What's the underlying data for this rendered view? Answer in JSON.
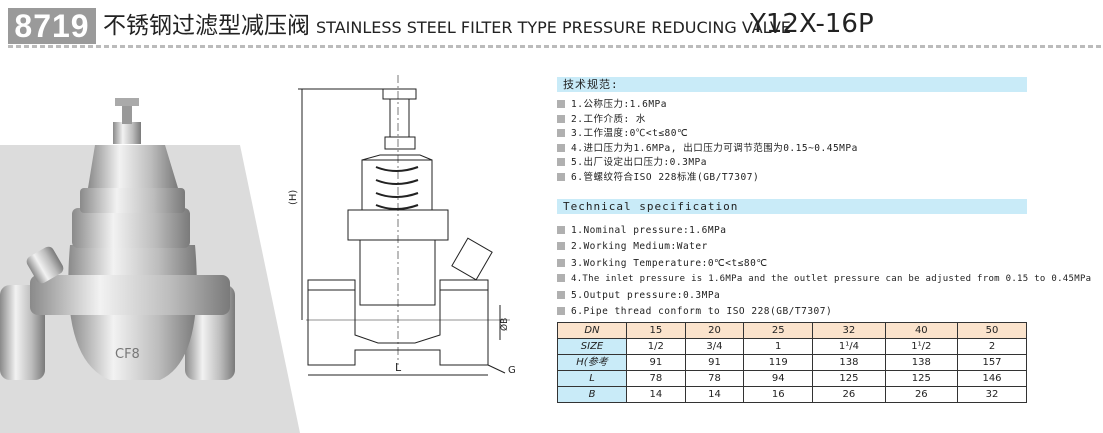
{
  "header": {
    "model_number": "8719",
    "title_cn": "不锈钢过滤型减压阀",
    "title_en": "STAINLESS STEEL FILTER TYPE PRESSURE REDUCING VALVE",
    "model_code": "Y12X-16P"
  },
  "photo": {
    "marking_cast": "CF8"
  },
  "drawing": {
    "label_h": "(H)",
    "label_l": "L",
    "label_b": "ØB",
    "label_g": "G"
  },
  "spec_cn": {
    "title": "技术规范:",
    "items": [
      "1.公称压力:1.6MPa",
      "2.工作介质: 水",
      "3.工作温度:0℃<t≤80℃",
      "4.进口压力为1.6MPa, 出口压力可调节范围为0.15~0.45MPa",
      "5.出厂设定出口压力:0.3MPa",
      "6.管螺纹符合ISO 228标准(GB/T7307)"
    ]
  },
  "spec_en": {
    "title": "Technical specification",
    "items": [
      "1.Nominal pressure:1.6MPa",
      "2.Working Medium:Water",
      "3.Working Temperature:0℃<t≤80℃",
      "4.The inlet pressure is 1.6MPa and the outlet pressure can be adjusted from 0.15 to 0.45MPa",
      "5.Output pressure:0.3MPa",
      "6.Pipe thread conform to ISO 228(GB/T7307)"
    ]
  },
  "table": {
    "rows": [
      {
        "label": "DN",
        "values": [
          "15",
          "20",
          "25",
          "32",
          "40",
          "50"
        ]
      },
      {
        "label": "SIZE",
        "values": [
          "1/2",
          "3/4",
          "1",
          "1¹/4",
          "1¹/2",
          "2"
        ]
      },
      {
        "label": "H(参考",
        "values": [
          "91",
          "91",
          "119",
          "138",
          "138",
          "157"
        ]
      },
      {
        "label": "L",
        "values": [
          "78",
          "78",
          "94",
          "125",
          "125",
          "146"
        ]
      },
      {
        "label": "B",
        "values": [
          "14",
          "14",
          "16",
          "26",
          "26",
          "32"
        ]
      }
    ]
  }
}
